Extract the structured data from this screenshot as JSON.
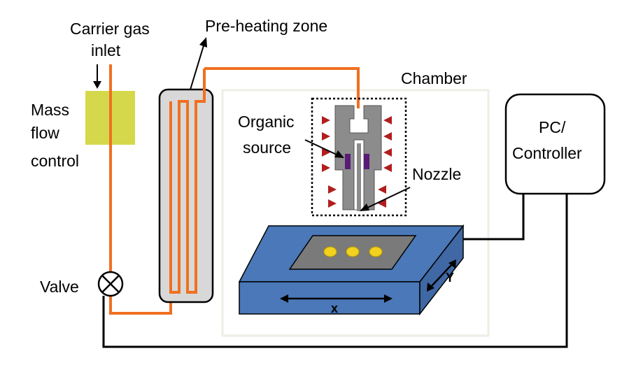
{
  "labels": {
    "carrier_gas_line1": "Carrier gas",
    "carrier_gas_line2": "inlet",
    "preheating_zone": "Pre-heating zone",
    "chamber": "Chamber",
    "mass_flow_line1": "Mass",
    "mass_flow_line2": "flow",
    "mass_flow_line3": "control",
    "organic_line1": "Organic",
    "organic_line2": "source",
    "nozzle": "Nozzle",
    "pc_line1": "PC/",
    "pc_line2": "Controller",
    "valve": "Valve",
    "axis_x": "x",
    "axis_y": "Y"
  },
  "colors": {
    "gas_line": "#f07020",
    "mass_flow_box": "#d4d84a",
    "preheater_fill": "#d8d8d8",
    "stage_top": "#4a78b8",
    "stage_side": "#3f68a4",
    "substrate": "#7a7a7a",
    "droplet": "#f2d21e",
    "nozzle_body": "#8c8c8c",
    "source_material": "#5a1a78",
    "heater_marker": "#b01e1e",
    "chamber_border": "#eeeee6"
  },
  "icons": {
    "valve": "valve-cross-icon"
  }
}
